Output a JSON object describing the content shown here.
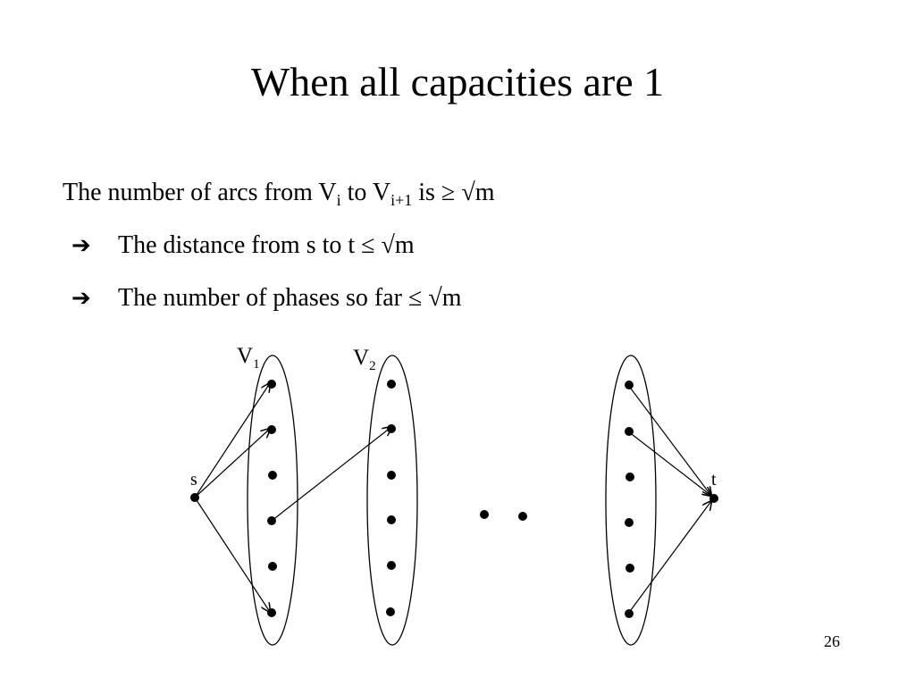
{
  "slide": {
    "title": "When all capacities are 1",
    "page_number": "26"
  },
  "bullets": {
    "line1": {
      "a": "The number of arcs from V",
      "sub_i": "i",
      "b": " to V",
      "sub_i1": "i+1",
      "c": " is ≥ √m"
    },
    "line2": {
      "arrow": "➔",
      "text": "The distance from s to t ≤ √m"
    },
    "line3": {
      "arrow": "➔",
      "text": "The number of phases so far ≤ √m"
    }
  },
  "diagram": {
    "labels": {
      "s": "s",
      "t": "t",
      "v1_main": "V",
      "v1_sub": "1",
      "v2_main": "V",
      "v2_sub": "2"
    },
    "colors": {
      "stroke": "#000000"
    }
  }
}
